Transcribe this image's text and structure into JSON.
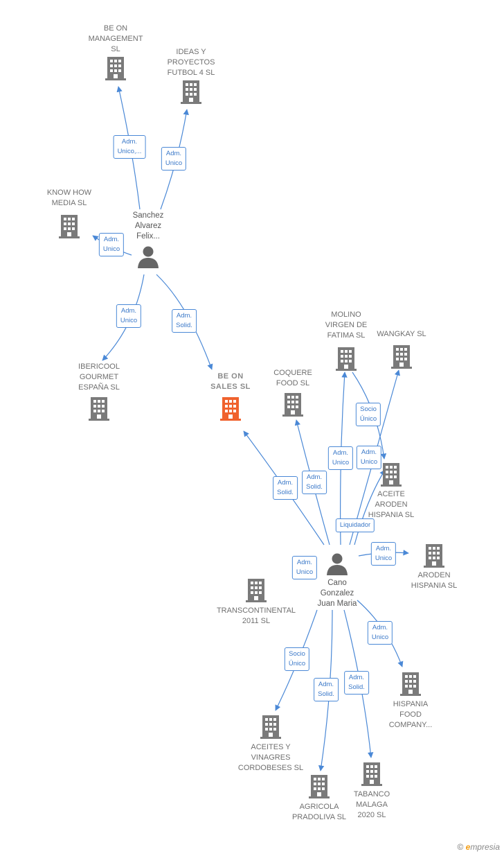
{
  "colors": {
    "edge": "#4a88d6",
    "building": "#7a7a7a",
    "focus_building": "#f0622e",
    "person": "#666666"
  },
  "persons": [
    {
      "id": "sanchez",
      "lines": [
        "Sanchez",
        "Alvarez",
        "Felix..."
      ]
    },
    {
      "id": "cano",
      "lines": [
        "Cano",
        "Gonzalez",
        "Juan Maria"
      ]
    }
  ],
  "companies": [
    {
      "id": "be_on_management",
      "lines": [
        "BE ON",
        "MANAGEMENT",
        "SL"
      ]
    },
    {
      "id": "ideas_y_proyectos",
      "lines": [
        "IDEAS Y",
        "PROYECTOS",
        "FUTBOL 4  SL"
      ]
    },
    {
      "id": "know_how_media",
      "lines": [
        "KNOW HOW",
        "MEDIA SL"
      ]
    },
    {
      "id": "ibericool",
      "lines": [
        "IBERICOOL",
        "GOURMET",
        "ESPAÑA  SL"
      ]
    },
    {
      "id": "be_on_sales",
      "lines": [
        "BE ON",
        "SALES  SL"
      ]
    },
    {
      "id": "coquere_food",
      "lines": [
        "COQUERE",
        "FOOD  SL"
      ]
    },
    {
      "id": "molino_virgen",
      "lines": [
        "MOLINO",
        "VIRGEN DE",
        "FATIMA SL"
      ]
    },
    {
      "id": "wangkay",
      "lines": [
        "WANGKAY  SL"
      ]
    },
    {
      "id": "aceite_aroden",
      "lines": [
        "ACEITE",
        "ARODEN",
        "HISPANIA  SL"
      ]
    },
    {
      "id": "aroden_hispania",
      "lines": [
        "ARODEN",
        "HISPANIA  SL"
      ]
    },
    {
      "id": "transcontinental",
      "lines": [
        "TRANSCONTINENTAL",
        "2011 SL"
      ]
    },
    {
      "id": "hispania_food",
      "lines": [
        "HISPANIA",
        "FOOD",
        "COMPANY..."
      ]
    },
    {
      "id": "aceites_vinagres",
      "lines": [
        "ACEITES Y",
        "VINAGRES",
        "CORDOBESES SL"
      ]
    },
    {
      "id": "agricola_pradoliva",
      "lines": [
        "AGRICOLA",
        "PRADOLIVA  SL"
      ]
    },
    {
      "id": "tabanco_malaga",
      "lines": [
        "TABANCO",
        "MALAGA",
        "2020  SL"
      ]
    }
  ],
  "relations": [
    {
      "id": "r1",
      "lines": [
        "Adm.",
        "Unico,..."
      ]
    },
    {
      "id": "r2",
      "lines": [
        "Adm.",
        "Unico"
      ]
    },
    {
      "id": "r3",
      "lines": [
        "Adm.",
        "Unico"
      ]
    },
    {
      "id": "r4",
      "lines": [
        "Adm.",
        "Unico"
      ]
    },
    {
      "id": "r5",
      "lines": [
        "Adm.",
        "Solid."
      ]
    },
    {
      "id": "r6",
      "lines": [
        "Adm.",
        "Solid."
      ]
    },
    {
      "id": "r7",
      "lines": [
        "Adm.",
        "Solid."
      ]
    },
    {
      "id": "r8",
      "lines": [
        "Adm.",
        "Unico"
      ]
    },
    {
      "id": "r9",
      "lines": [
        "Socio",
        "Único"
      ]
    },
    {
      "id": "r10",
      "lines": [
        "Adm.",
        "Unico"
      ]
    },
    {
      "id": "r11",
      "lines": [
        "Liquidador"
      ]
    },
    {
      "id": "r12",
      "lines": [
        "Adm.",
        "Unico"
      ]
    },
    {
      "id": "r13",
      "lines": [
        "Adm.",
        "Unico"
      ]
    },
    {
      "id": "r14",
      "lines": [
        "Adm.",
        "Unico"
      ]
    },
    {
      "id": "r15",
      "lines": [
        "Socio",
        "Único"
      ]
    },
    {
      "id": "r16",
      "lines": [
        "Adm.",
        "Solid."
      ]
    },
    {
      "id": "r17",
      "lines": [
        "Adm.",
        "Solid."
      ]
    }
  ],
  "brand": {
    "copyright": "©",
    "initial": "e",
    "name": "mpresia"
  }
}
